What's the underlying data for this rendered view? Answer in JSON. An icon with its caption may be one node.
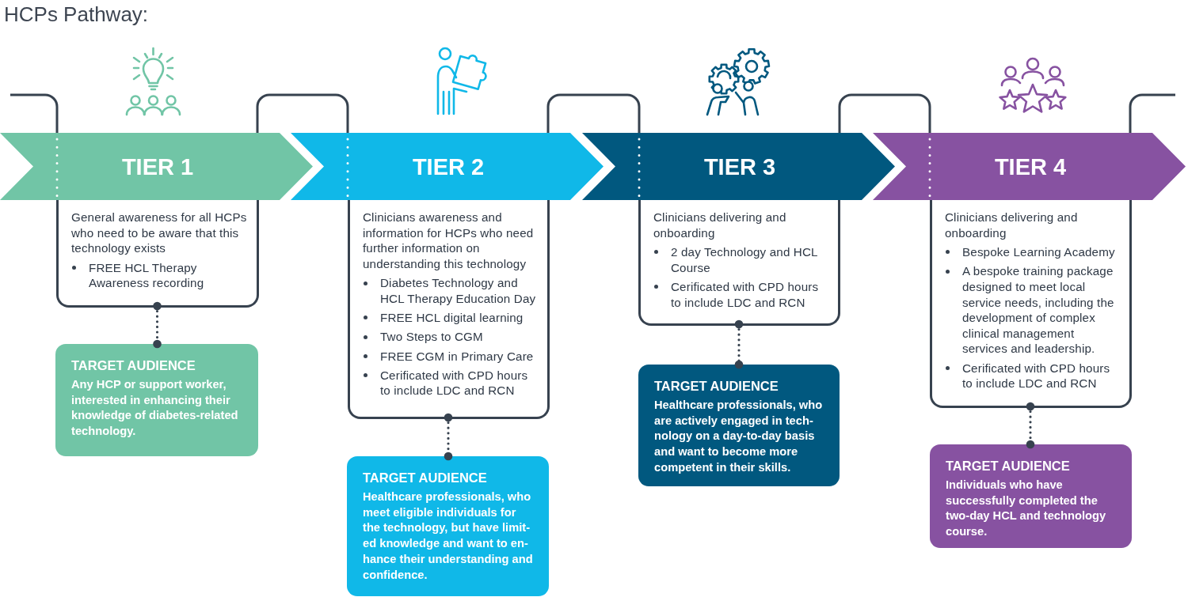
{
  "diagram": {
    "title": "HCPs Pathway:",
    "nodes": [
      {
        "text": [
          "TIER 1"
        ]
      },
      {
        "text": [
          "General awareness for all HCPs who need to be aware that this technology exists",
          "FREE HCL Therapy Awareness recording"
        ]
      },
      {
        "text": [
          "TARGET AUDIENCE",
          "Any HCP or support worker, interested in enhancing their knowledge of diabetes-related technology."
        ]
      },
      {
        "text": [
          "TIER 2"
        ]
      },
      {
        "text": [
          "Clinicians awareness and information for HCPs who need further information on understanding this technology",
          "Diabetes Technology and HCL Therapy Education Day",
          "FREE HCL digital learning",
          "Two Steps to CGM",
          "FREE CGM in Primary Care",
          "Cerificated with CPD hours to include LDC and RCN"
        ]
      },
      {
        "text": [
          "TARGET AUDIENCE",
          "Healthcare professionals, who meet eligible individuals for the technology, but have limit-ed knowledge and want to en-hance their understanding and confidence."
        ]
      },
      {
        "text": [
          "TIER 3"
        ]
      },
      {
        "text": [
          "Clinicians delivering and onboarding",
          "2 day Technology and HCL Course",
          "Cerificated with CPD hours to include LDC and RCN"
        ]
      },
      {
        "text": [
          "TARGET AUDIENCE",
          "Healthcare professionals, who are actively engaged in tech-nology on a day-to-day basis and want to become more competent in their skills."
        ]
      },
      {
        "text": [
          "TIER 4"
        ]
      },
      {
        "text": [
          "Clinicians delivering and onboarding",
          "Bespoke Learning Academy",
          "A bespoke training package designed to meet local service needs, including the development of complex clinical management services and leadership.",
          "Cerificated with CPD hours to include LDC and RCN"
        ]
      },
      {
        "text": [
          "TARGET AUDIENCE",
          "Individuals who have successfully completed the two-day HCL and technology course."
        ]
      }
    ],
    "edges": [
      {
        "from": null,
        "to": 0,
        "arrow": "none"
      },
      {
        "from": 0,
        "to": 3,
        "arrow": "none"
      },
      {
        "from": 3,
        "to": 6,
        "arrow": "none"
      },
      {
        "from": 6,
        "to": 9,
        "arrow": "none"
      },
      {
        "from": 9,
        "to": null,
        "arrow": "none"
      },
      {
        "from": 1,
        "to": 2,
        "arrow": "other",
        "style": "dashed"
      },
      {
        "from": 4,
        "to": 5,
        "arrow": "other",
        "style": "dashed"
      },
      {
        "from": 7,
        "to": 8,
        "arrow": "other",
        "style": "dashed"
      },
      {
        "from": 10,
        "to": 11,
        "arrow": "other",
        "style": "dashed"
      }
    ]
  }
}
